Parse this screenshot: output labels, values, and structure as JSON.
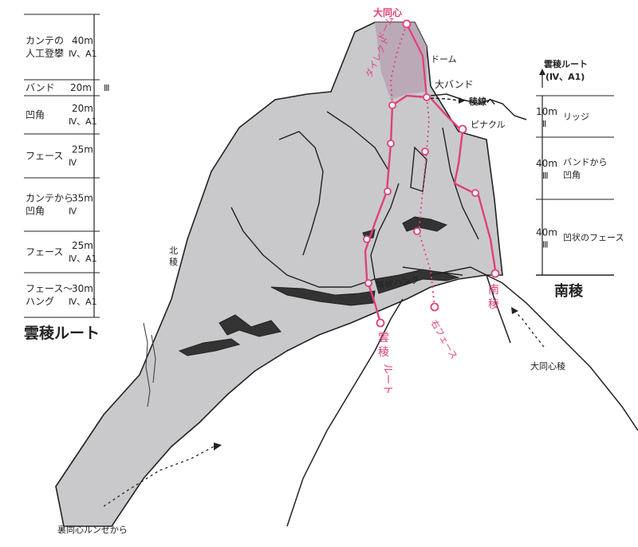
{
  "colors": {
    "rock": "#c9c9cc",
    "rock_dark": "#333333",
    "route": "#e0407a",
    "dome": "#b8a3b3",
    "line": "#222222"
  },
  "left_column": {
    "title": "雲稜ルート",
    "pitches": [
      {
        "name_lines": [
          "カンテの",
          "人工登攀"
        ],
        "length": "40m",
        "grade": "Ⅳ、A1"
      },
      {
        "name_lines": [
          "バンド"
        ],
        "length": "20m",
        "grade": "Ⅲ"
      },
      {
        "name_lines": [
          "凹角"
        ],
        "length": "20m",
        "grade": "Ⅳ、A1"
      },
      {
        "name_lines": [
          "フェース"
        ],
        "length": "25m",
        "grade": "Ⅳ"
      },
      {
        "name_lines": [
          "カンテから",
          "凹角"
        ],
        "length": "35m",
        "grade": "Ⅳ"
      },
      {
        "name_lines": [
          "フェース"
        ],
        "length": "25m",
        "grade": "Ⅳ、A1"
      },
      {
        "name_lines": [
          "フェース～",
          "ハング"
        ],
        "length": "30m",
        "grade": "Ⅳ、A1"
      }
    ]
  },
  "right_column": {
    "title": "南稜",
    "top_label": "雲稜ルート",
    "top_grade": "(Ⅳ、A1)",
    "pitches": [
      {
        "length": "10m",
        "grade": "Ⅱ",
        "name_lines": [
          "リッジ"
        ]
      },
      {
        "length": "40m",
        "grade": "Ⅲ",
        "name_lines": [
          "バンドから",
          "凹角"
        ]
      },
      {
        "length": "40m",
        "grade": "Ⅲ",
        "name_lines": [
          "凹状のフェース"
        ]
      }
    ]
  },
  "labels": {
    "summit": "大同心",
    "dome_direct": "ドーム\nダイレクト",
    "dome": "ドーム",
    "big_band": "大バンド",
    "to_ridge": "稜線へ",
    "pinnacle": "ピナクル",
    "north_ridge": "北\n稜",
    "band_hang": "帯状ハング",
    "right_face": "右フェース",
    "unryo_route": "雲\n稜\nルート",
    "south_ridge": "南\n稜",
    "daidoshin_ridge": "大同心稜",
    "ura_daidoshin": "裏同心ルンゼから"
  }
}
